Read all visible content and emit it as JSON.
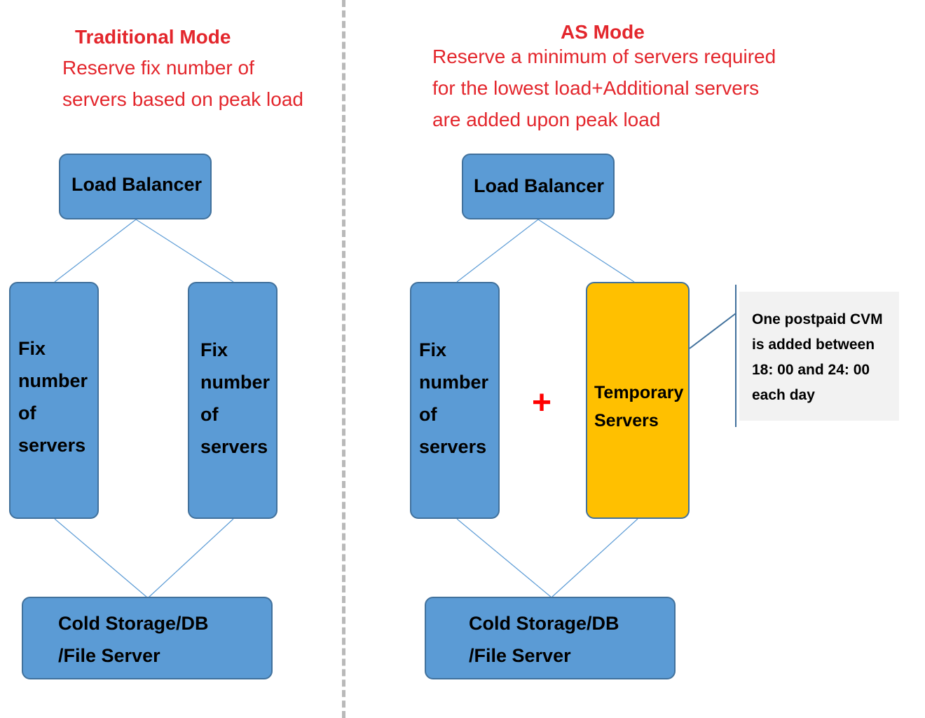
{
  "traditional": {
    "title": "Traditional Mode",
    "desc_lines": [
      "Reserve fix number of",
      "servers based on peak load"
    ],
    "load_balancer": "Load Balancer",
    "server_a": [
      "Fix",
      "number",
      "of",
      "servers"
    ],
    "server_b": [
      "Fix",
      "number",
      "of",
      "servers"
    ],
    "storage": [
      "Cold Storage/DB",
      "/File Server"
    ]
  },
  "as_mode": {
    "title": "AS Mode",
    "desc_lines": [
      "Reserve a minimum of servers required",
      "for the lowest load+Additional servers",
      "are added upon peak load"
    ],
    "load_balancer": "Load Balancer",
    "server_fixed": [
      "Fix",
      "number",
      "of",
      "servers"
    ],
    "plus": "+",
    "server_temp": [
      "Temporary",
      "Servers"
    ],
    "storage": [
      "Cold Storage/DB",
      "/File Server"
    ],
    "note_lines": [
      "One postpaid CVM",
      "is added between",
      "18: 00 and 24: 00",
      "each day"
    ]
  },
  "colors": {
    "title_red": "#e3262c",
    "box_blue": "#5b9bd5",
    "box_border": "#41719c",
    "temp_yellow": "#ffc000",
    "note_bg": "#f2f2f2",
    "plus_red": "#ff0000",
    "divider": "#b9b9b9"
  }
}
